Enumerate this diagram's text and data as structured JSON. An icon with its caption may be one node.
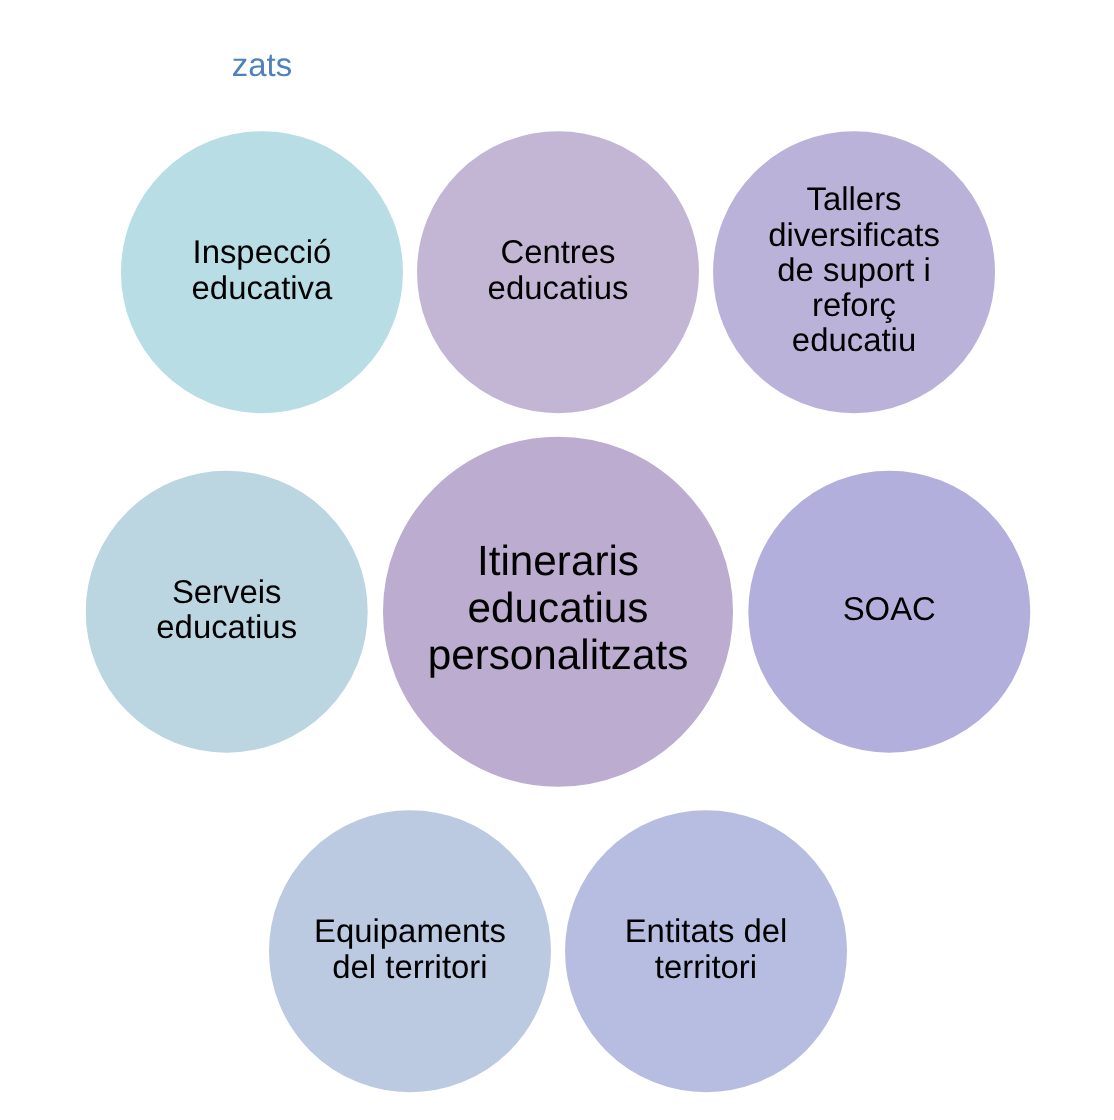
{
  "diagram": {
    "nodes": [
      {
        "text": [
          "Itineraris educatius personalitzats"
        ]
      },
      {
        "text": [
          "Centres educatius"
        ]
      },
      {
        "text": [
          "Tallers diversificats de suport i reforç educatiu"
        ]
      },
      {
        "text": [
          "SOAC"
        ]
      },
      {
        "text": [
          "Entitats del territori"
        ]
      },
      {
        "text": [
          "Equipaments del territori"
        ]
      },
      {
        "text": [
          "Serveis educatius"
        ]
      },
      {
        "text": [
          "Inspecció educativa"
        ]
      }
    ],
    "edges": [],
    "labels": [
      "zats"
    ]
  }
}
